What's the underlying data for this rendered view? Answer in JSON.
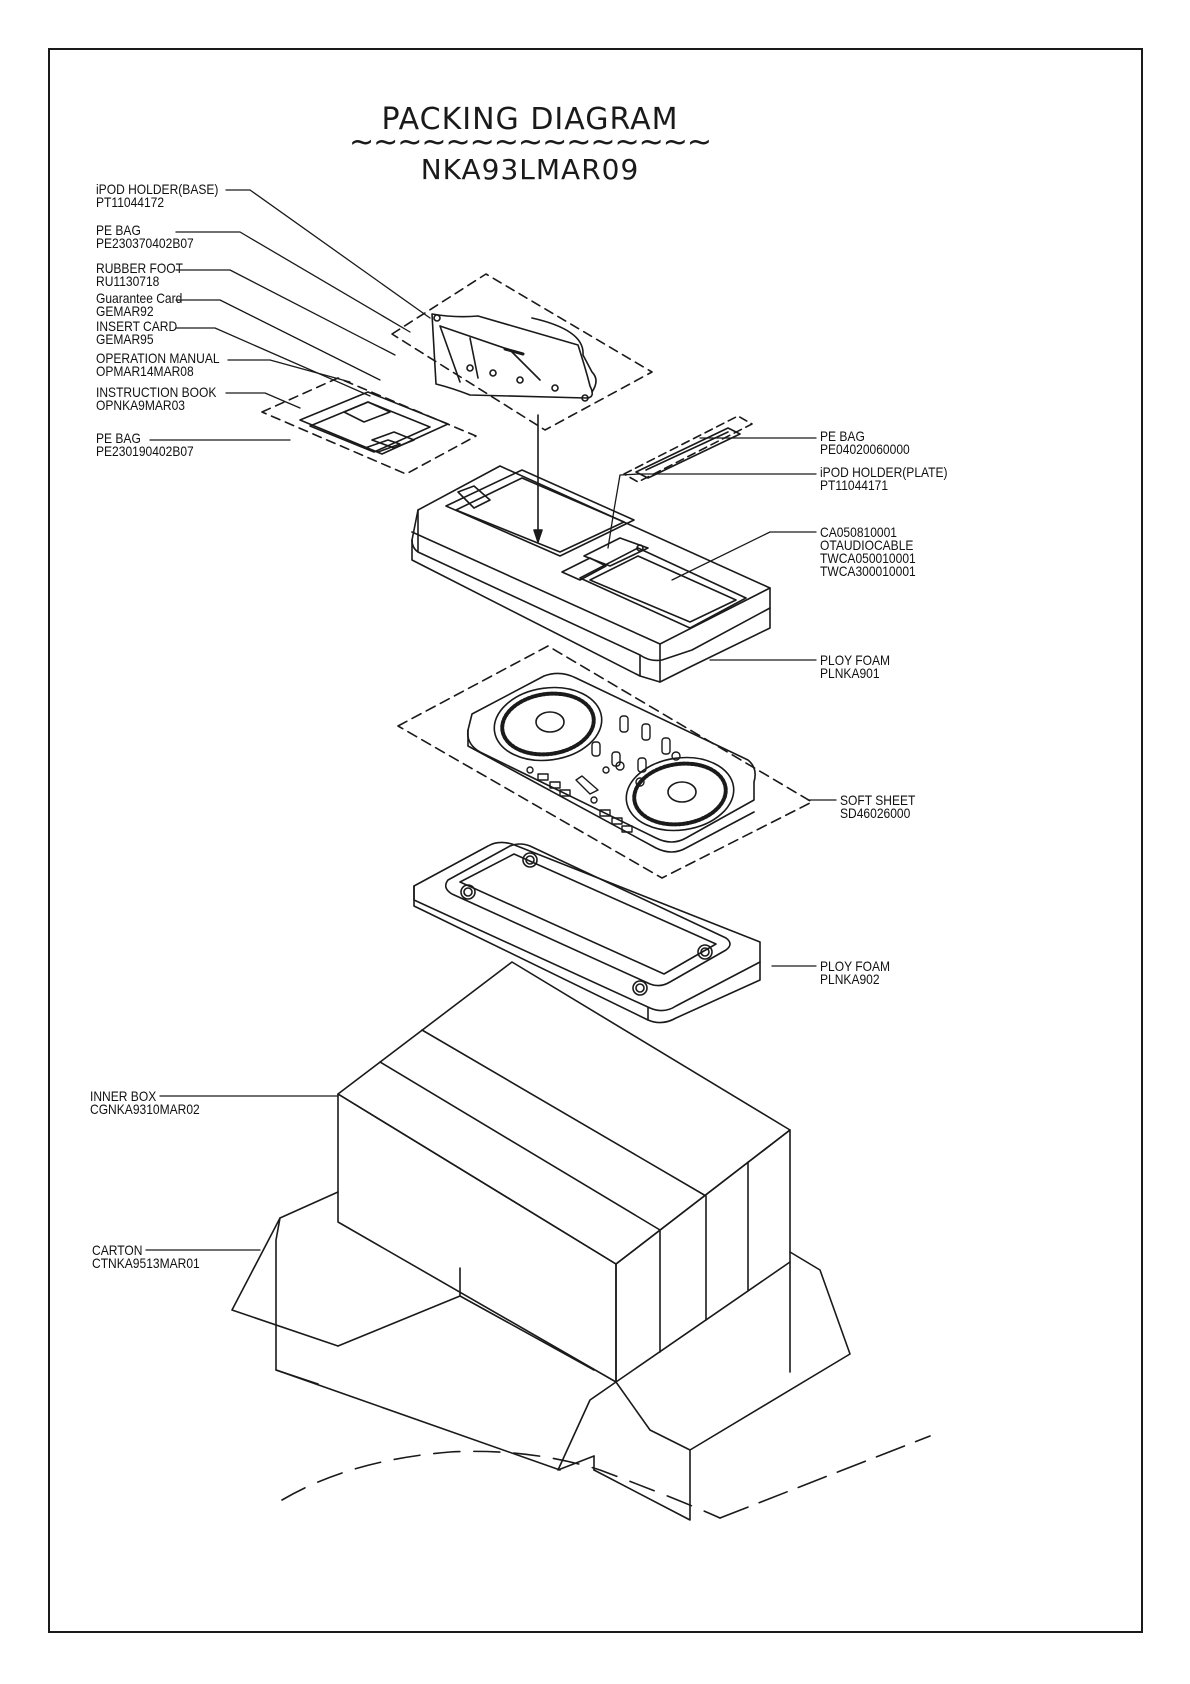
{
  "header": {
    "title": "PACKING DIAGRAM",
    "tilde_line": "~~~~~~~~~~~~~~~",
    "model_code": "NKA93LMAR09"
  },
  "labels": {
    "ipod_holder_base": {
      "name": "iPOD HOLDER(BASE)",
      "code": "PT11044172"
    },
    "pe_bag_top": {
      "name": "PE BAG",
      "code": "PE230370402B07"
    },
    "rubber_foot": {
      "name": "RUBBER FOOT",
      "code": "RU1130718"
    },
    "guarantee_card": {
      "name": "Guarantee Card",
      "code": "GEMAR92"
    },
    "insert_card": {
      "name": "INSERT CARD",
      "code": "GEMAR95"
    },
    "operation_manual": {
      "name": "OPERATION MANUAL",
      "code": "OPMAR14MAR08"
    },
    "instruction_book": {
      "name": "INSTRUCTION BOOK",
      "code": "OPNKA9MAR03"
    },
    "pe_bag_docs": {
      "name": "PE BAG",
      "code": "PE230190402B07"
    },
    "pe_bag_right": {
      "name": "PE BAG",
      "code": "PE04020060000"
    },
    "ipod_holder_plate": {
      "name": "iPOD HOLDER(PLATE)",
      "code": "PT11044171"
    },
    "cables": {
      "lines": [
        "CA050810001",
        "OTAUDIOCABLE",
        "TWCA050010001",
        "TWCA300010001"
      ]
    },
    "ploy_foam_1": {
      "name": "PLOY FOAM",
      "code": "PLNKA901"
    },
    "soft_sheet": {
      "name": "SOFT SHEET",
      "code": "SD46026000"
    },
    "ploy_foam_2": {
      "name": "PLOY FOAM",
      "code": "PLNKA902"
    },
    "inner_box": {
      "name": "INNER BOX",
      "code": "CGNKA9310MAR02"
    },
    "carton": {
      "name": "CARTON",
      "code": "CTNKA9513MAR01"
    }
  },
  "colors": {
    "ink": "#1a1a1a",
    "paper": "#ffffff"
  }
}
